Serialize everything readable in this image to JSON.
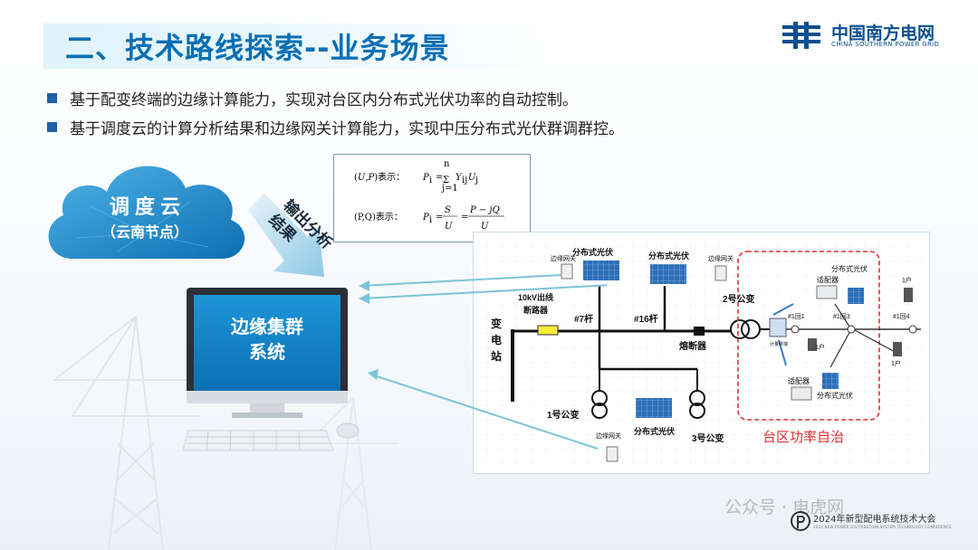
{
  "header": {
    "title": "二、技术路线探索--业务场景",
    "logo_cn": "中国南方电网",
    "logo_en": "CHINA SOUTHERN POWER GRID"
  },
  "bullets": [
    "基于配变终端的边缘计算能力，实现对台区内分布式光伏功率的自动控制。",
    "基于调度云的计算分析结果和边缘网关计算能力，实现中压分布式光伏群调群控。"
  ],
  "cloud": {
    "title": "调 度 云",
    "subtitle": "（云南节点）"
  },
  "arrow_label": {
    "line1": "输出分析",
    "line2": "结果"
  },
  "computer": {
    "line1": "边缘集群",
    "line2": "系统"
  },
  "formula": {
    "l1_pre": "(",
    "l1_mid": ")表示：",
    "l2_pre": "(P,Q)表示："
  },
  "diagram": {
    "substation": [
      "变",
      "电",
      "站"
    ],
    "breaker_label": [
      "10kV出线",
      "断路器"
    ],
    "pole7": "#7杆",
    "pole16": "#16杆",
    "fuse": "熔断器",
    "pv": "分布式光伏",
    "gateway": "边缘网关",
    "t1": "1号公变",
    "t2": "2号公变",
    "t3": "3号公变",
    "adapter": "适配器",
    "loop1": "#1回1",
    "loop3": "#1回3",
    "loop4": "#1回4",
    "meter": "计量终端",
    "household": "1户",
    "zone_label": "台区功率自治"
  },
  "footer": {
    "watermark": "公众号 · 电虎网",
    "conference": "2024年新型配电系统技术大会",
    "conference_en": "2024 NEW POWER DISTRIBUTION SYSTEM TECHNOLOGY CONFERENCE"
  },
  "colors": {
    "title_blue": "#0a6fb4",
    "cloud_blue": "#1a86c7",
    "zone_red": "#e03030",
    "link_cyan": "#7cc3d8"
  }
}
